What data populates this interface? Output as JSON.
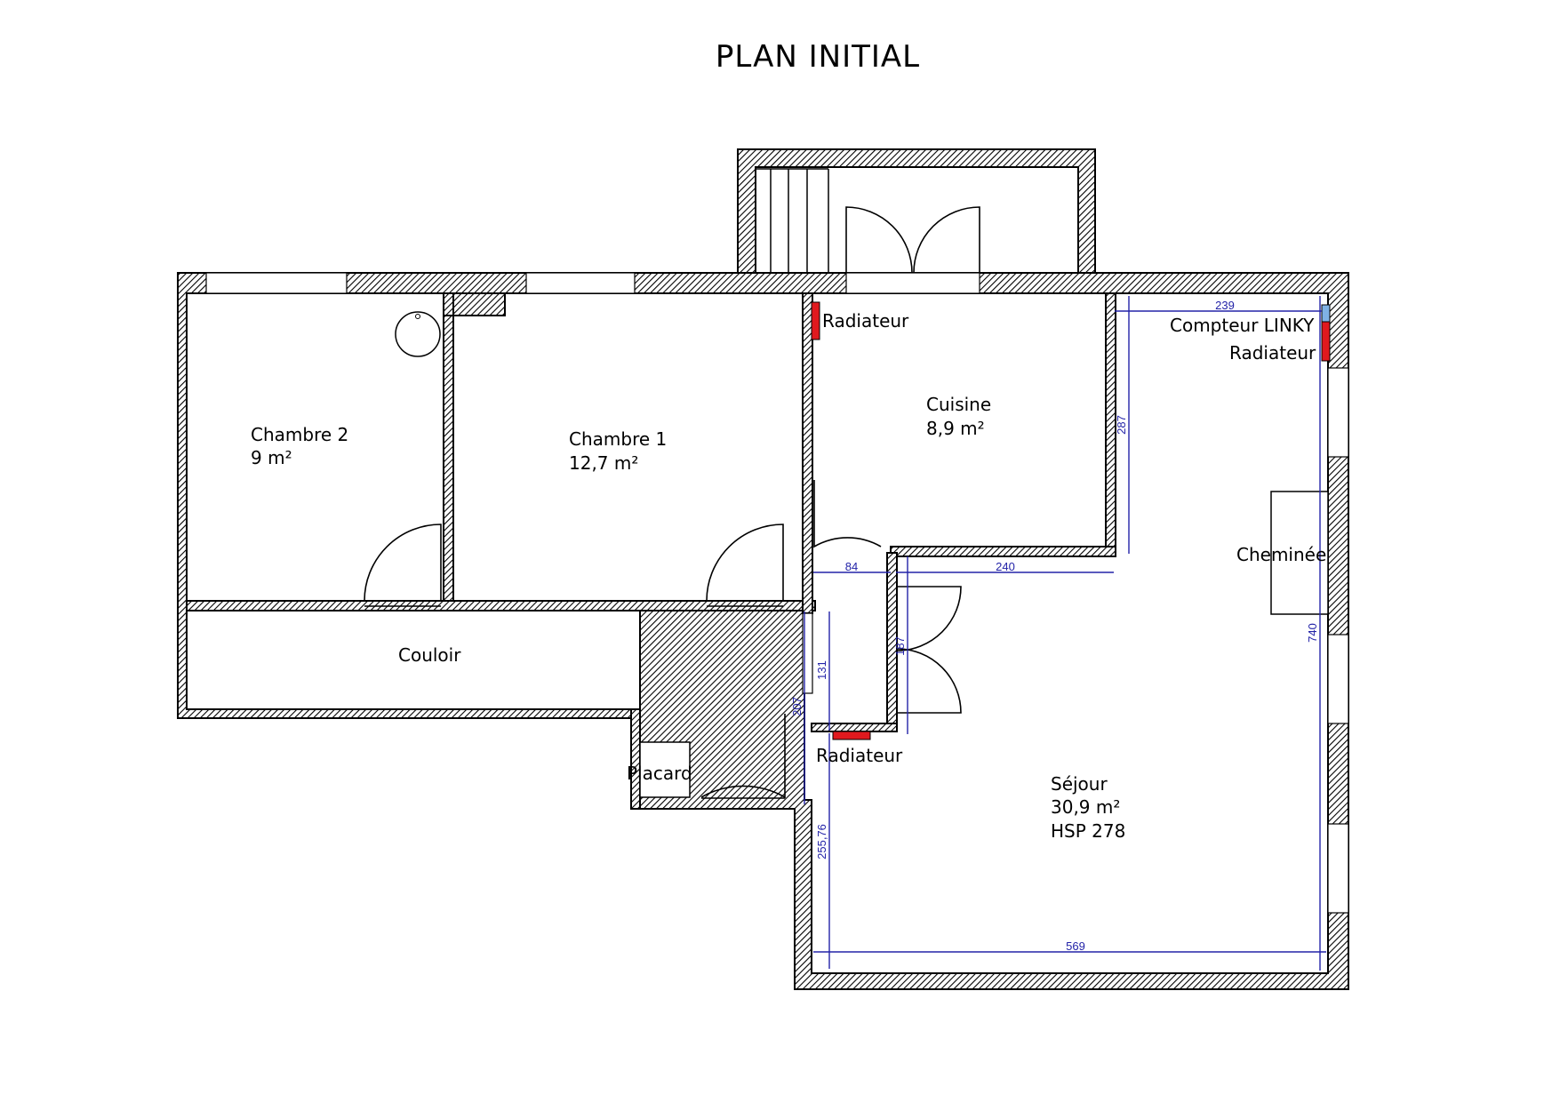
{
  "title": "PLAN INITIAL",
  "colors": {
    "wall": "#000000",
    "dimension": "#2323a8",
    "radiator": "#e0191e",
    "meter": "#7fb2e5"
  },
  "rooms": {
    "chambre2": {
      "name": "Chambre 2",
      "area": "9 m²"
    },
    "chambre1": {
      "name": "Chambre 1",
      "area": "12,7 m²"
    },
    "cuisine": {
      "name": "Cuisine",
      "area": "8,9 m²"
    },
    "couloir": {
      "name": "Couloir"
    },
    "placard": {
      "name": "Placard"
    },
    "sejour": {
      "name": "Séjour",
      "area": "30,9 m²",
      "height": "HSP 278"
    }
  },
  "fixtures": {
    "radiateur_cuisine": "Radiateur",
    "radiateur_sejour_top": "Radiateur",
    "radiateur_sejour": "Radiateur",
    "compteur": "Compteur LINKY",
    "cheminee": "Cheminée"
  },
  "dimensions": {
    "d239": "239",
    "d287": "287",
    "d84": "84",
    "d240": "240",
    "d740": "740",
    "d187": "187",
    "d131": "131",
    "d207": "207",
    "d255": "255,76",
    "d569": "569"
  }
}
